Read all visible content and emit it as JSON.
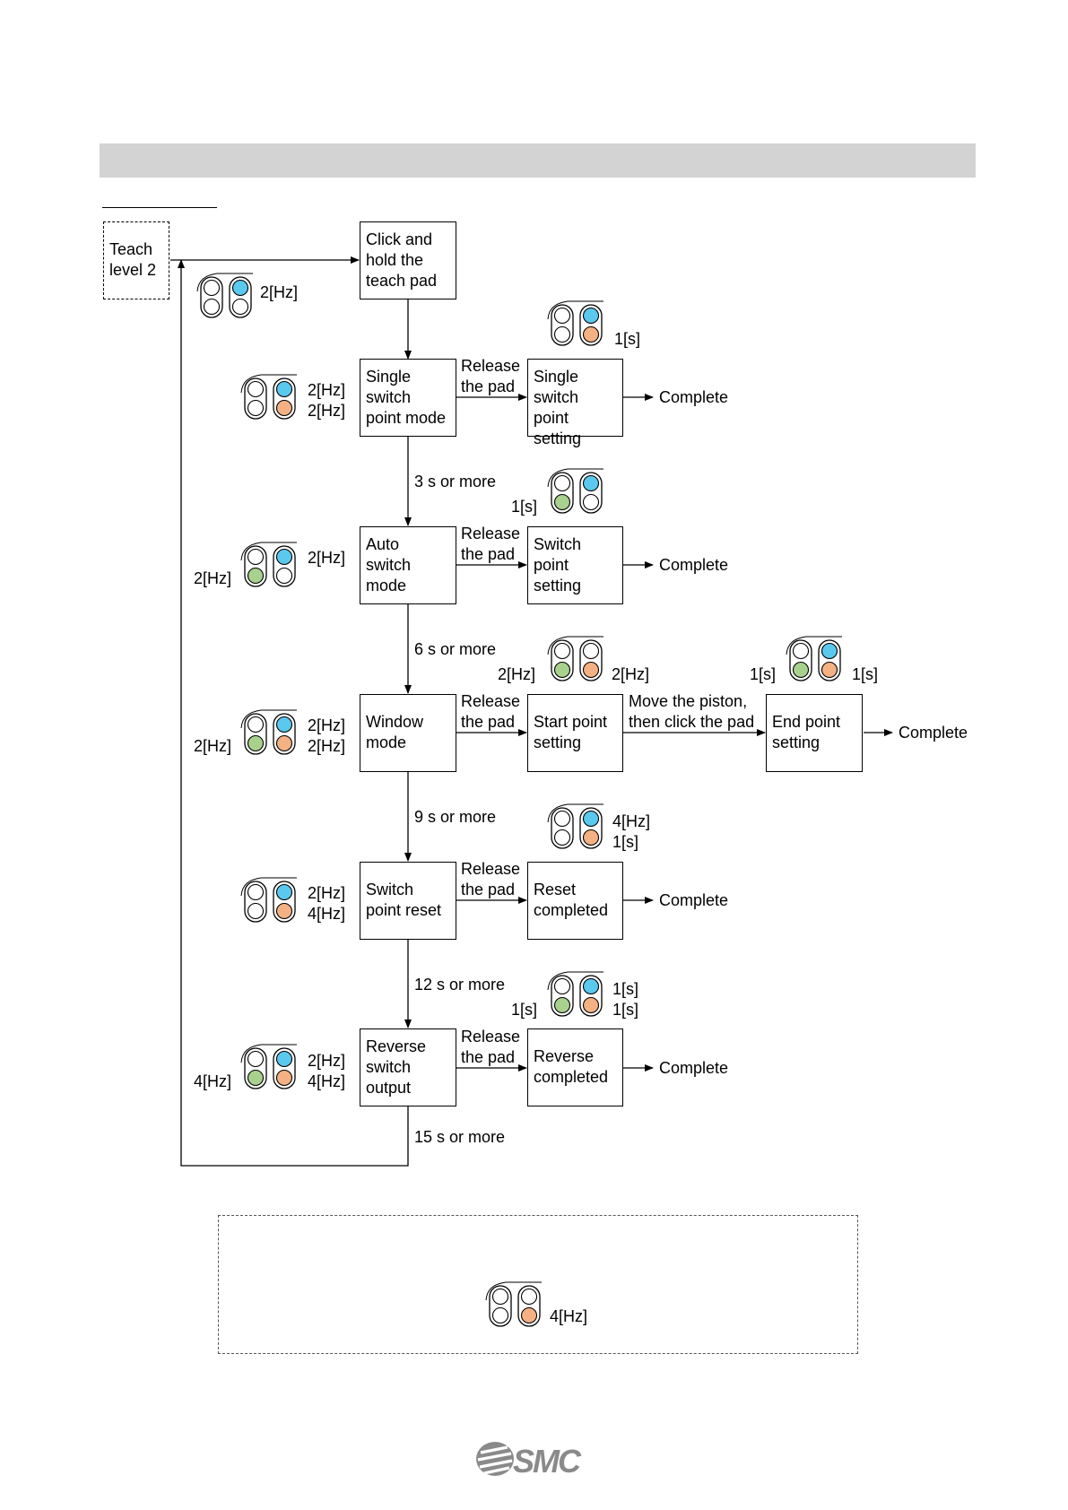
{
  "nodes": {
    "teach_level": "Teach\nlevel 2",
    "click_hold": "Click and\nhold the\nteach pad",
    "single_mode": "Single\nswitch\npoint mode",
    "single_setting": "Single\nswitch\npoint setting",
    "auto_mode": "Auto\nswitch\nmode",
    "switch_setting": "Switch\npoint\nsetting",
    "window_mode": "Window\nmode",
    "start_setting": "Start point\nsetting",
    "end_setting": "End point\nsetting",
    "reset_mode": "Switch\npoint reset",
    "reset_done": "Reset\ncompleted",
    "reverse_mode": "Reverse\nswitch\noutput",
    "reverse_done": "Reverse\ncompleted"
  },
  "edges": {
    "release": "Release\nthe pad",
    "move": "Move the piston,\nthen click the pad",
    "complete": "Complete",
    "t3": "3 s or more",
    "t6": "6 s or more",
    "t9": "9 s or more",
    "t12": "12 s or more",
    "t15": "15 s or more"
  },
  "led_labels": {
    "hold": "2[Hz]",
    "single_mode": "2[Hz]\n2[Hz]",
    "single_setting": "1[s]",
    "auto_mode_right": "2[Hz]",
    "auto_mode_left": "2[Hz]",
    "switch_setting": "1[s]",
    "window_right": "2[Hz]\n2[Hz]",
    "window_left": "2[Hz]",
    "start_left": "2[Hz]",
    "start_right": "2[Hz]",
    "end_left": "1[s]",
    "end_right": "1[s]",
    "reset_mode": "2[Hz]\n4[Hz]",
    "reset_done": "4[Hz]\n1[s]",
    "reverse_done_right": "1[s]\n1[s]",
    "reverse_done_left": "1[s]",
    "reverse_mode_right": "2[Hz]\n4[Hz]",
    "reverse_mode_left": "4[Hz]",
    "note": "4[Hz]"
  },
  "colors": {
    "blue": "#5bc8ee",
    "green": "#a9d18e",
    "orange": "#f4b183",
    "header": "#d3d3d3"
  },
  "logo": "SMC"
}
